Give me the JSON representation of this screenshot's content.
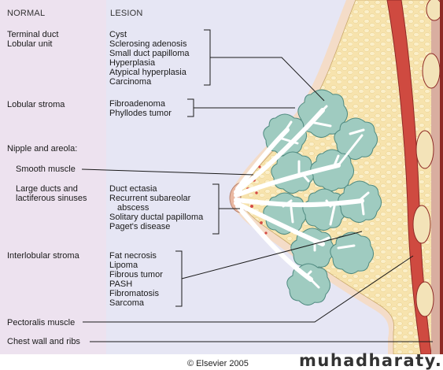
{
  "headers": {
    "normal": "NORMAL",
    "lesion": "LESION"
  },
  "normal_labels": {
    "tdlu": [
      "Terminal duct",
      "Lobular unit"
    ],
    "lobular_stroma": "Lobular stroma",
    "nipple_areola": "Nipple and areola:",
    "smooth_muscle": "Smooth muscle",
    "large_ducts": [
      "Large ducts and",
      "lactiferous sinuses"
    ],
    "interlobular_stroma": "Interlobular stroma",
    "pectoralis": "Pectoralis muscle",
    "chest_wall": "Chest wall and ribs"
  },
  "lesion_groups": {
    "tdlu": [
      "Cyst",
      "Sclerosing adenosis",
      "Small duct papilloma",
      "Hyperplasia",
      "Atypical hyperplasia",
      "Carcinoma"
    ],
    "lobular_stroma": [
      "Fibroadenoma",
      "Phyllodes tumor"
    ],
    "large_ducts": [
      "Duct ectasia",
      "Recurrent subareolar",
      "abscess",
      "Solitary ductal papilloma",
      "Paget's disease"
    ],
    "interlobular_stroma": [
      "Fat necrosis",
      "Lipoma",
      "Fibrous tumor",
      "PASH",
      "Fibromatosis",
      "Sarcoma"
    ]
  },
  "copyright": "© Elsevier 2005",
  "watermark": "muhadharaty.com",
  "colors": {
    "left_panel": "#ede2ef",
    "right_panel": "#e6e6f4",
    "fat": "#f7e3ad",
    "fat_lobule": "#fbefc9",
    "lobule": "#9fcbc0",
    "lobule_edge": "#4f8a80",
    "duct": "#ffffff",
    "muscle": "#cf4a40",
    "muscle_dark": "#8f2a26",
    "skin": "#f4dcc8"
  }
}
